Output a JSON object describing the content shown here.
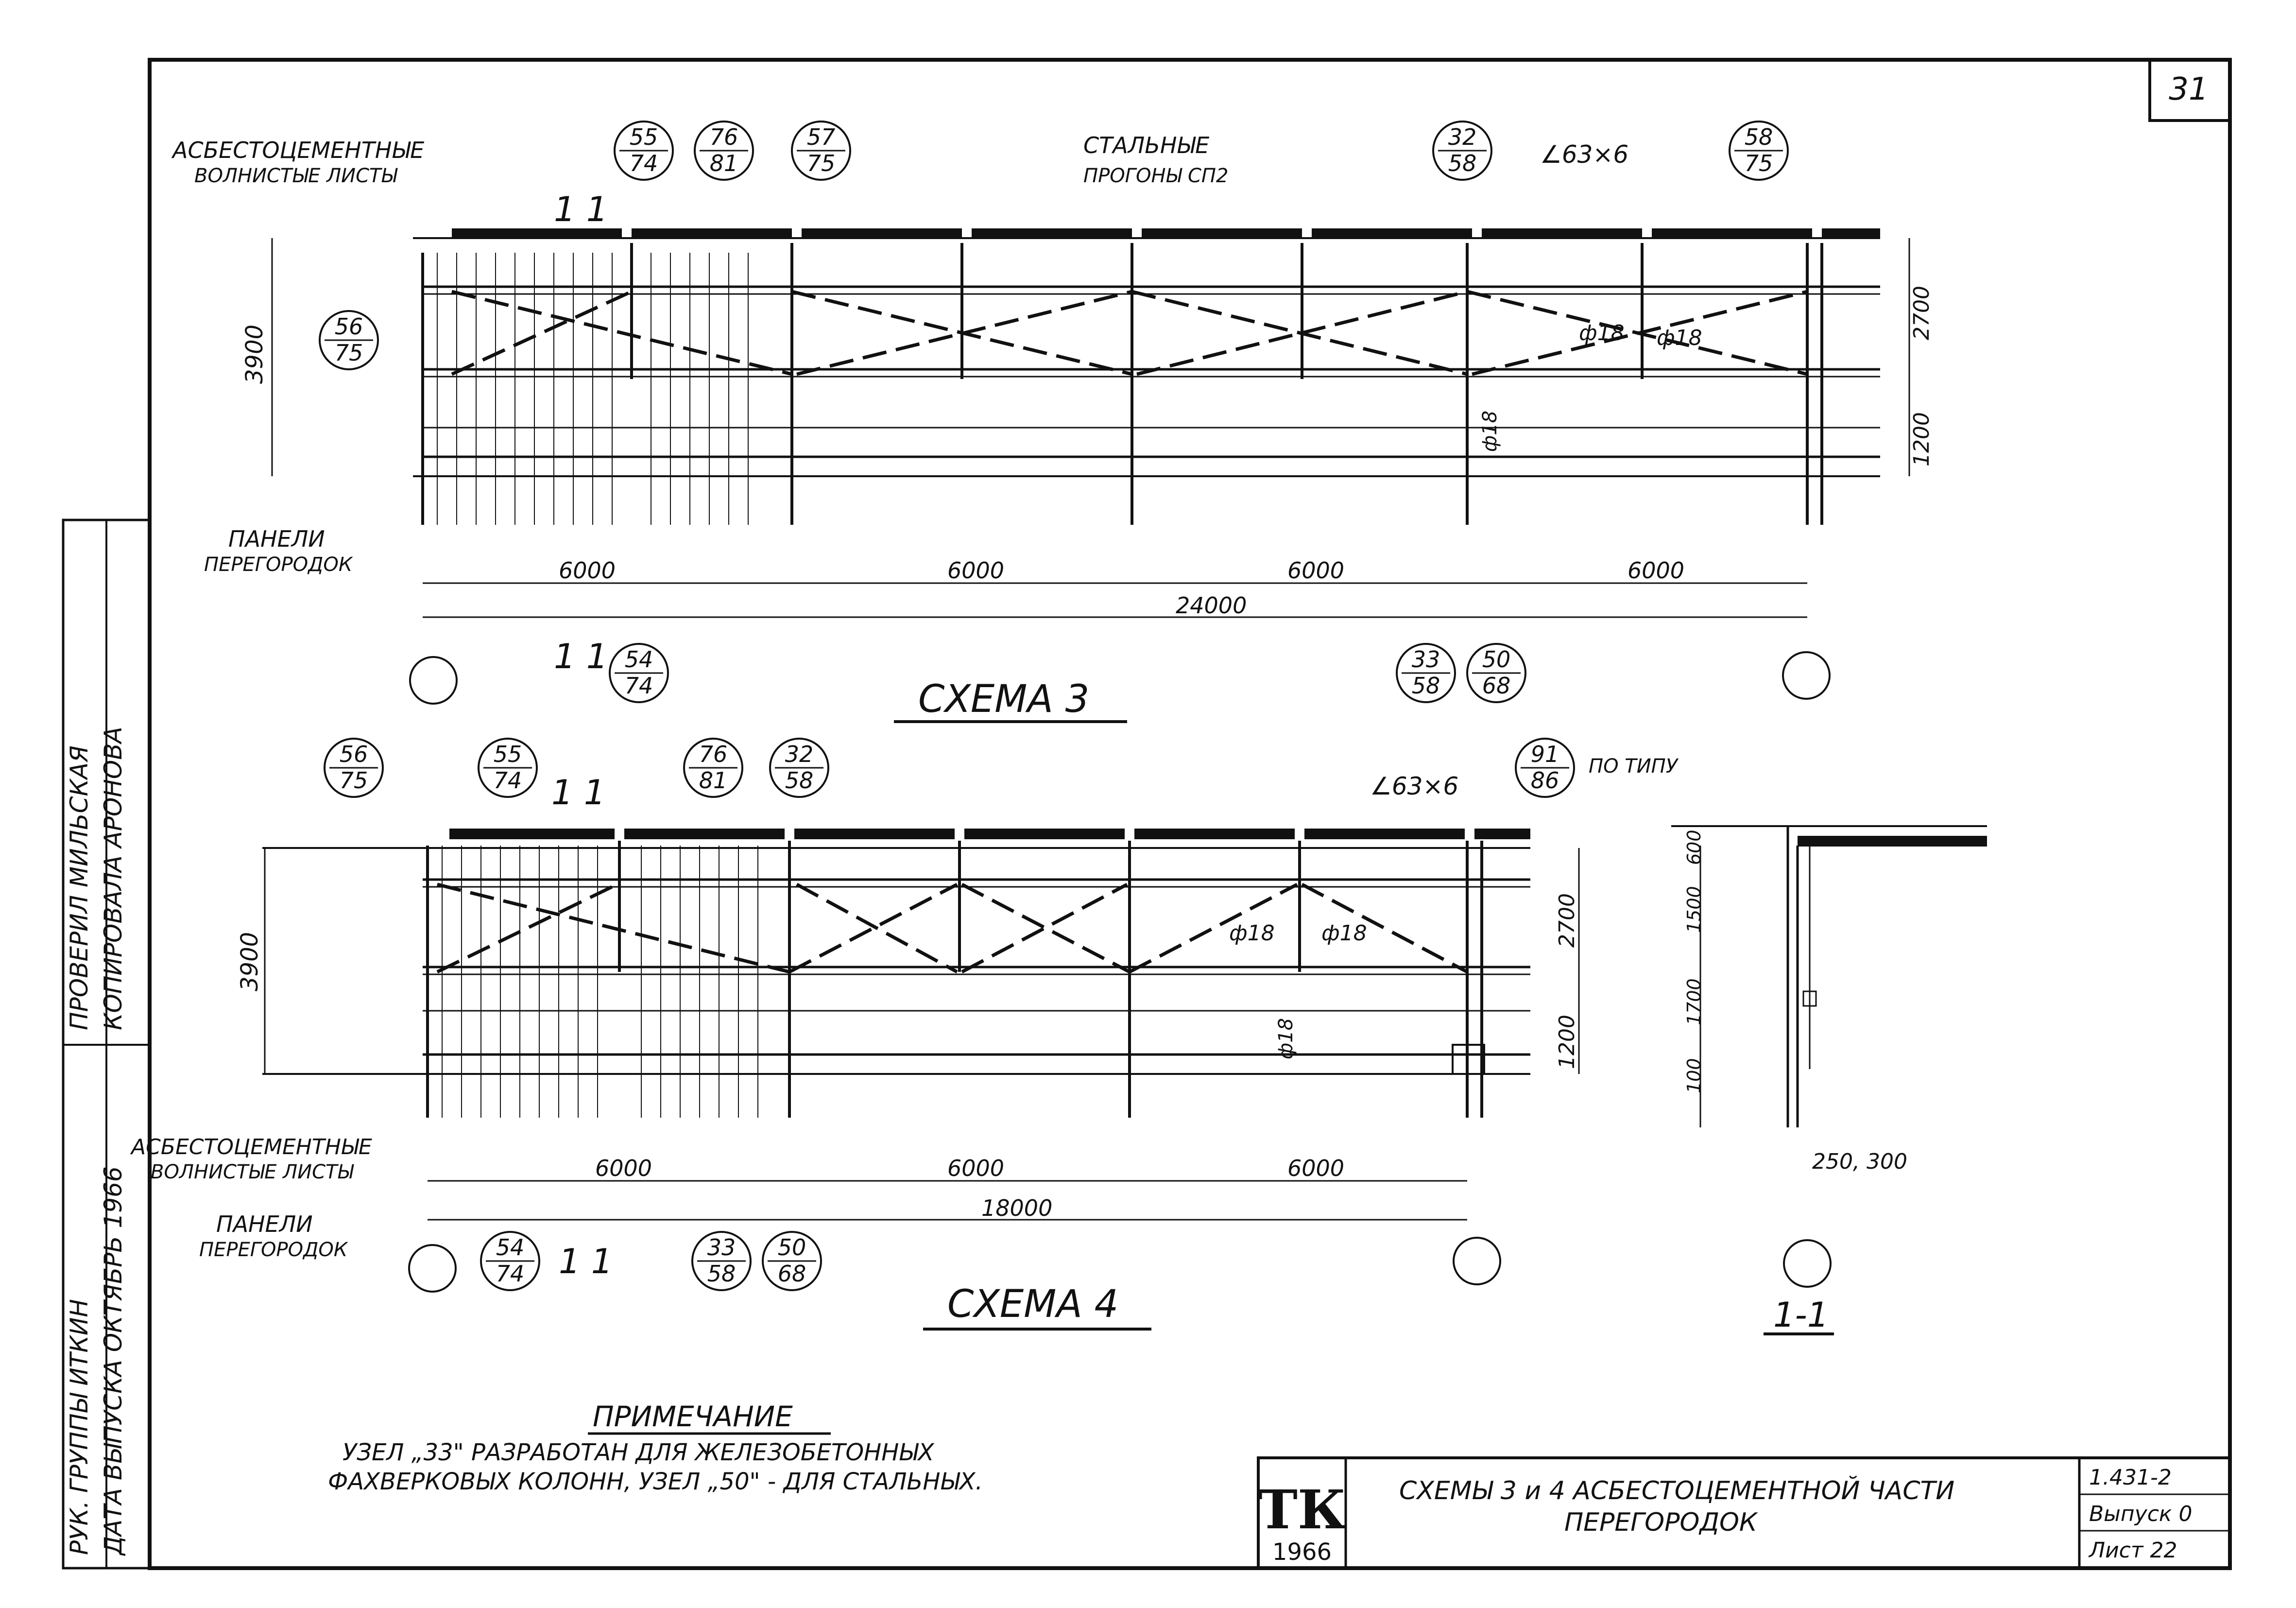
{
  "sheet": {
    "page_number": "31",
    "stamp": {
      "top": "ТК",
      "year": "1966"
    },
    "title_block": {
      "title_line1": "СХЕМЫ 3 и 4 АСБЕСТОЦЕМЕНТНОЙ ЧАСТИ",
      "title_line2": "ПЕРЕГОРОДОК",
      "series": "1.431-2",
      "issue": "Выпуск 0",
      "sheet": "Лист 22"
    },
    "side_stamp": {
      "col1": [
        "РУК. ГРУППЫ ИТКИН",
        "ДАТА ВЫПУСКА ОКТЯБРЬ 1966"
      ],
      "col2": [
        "ПРОВЕРИЛ МИЛЬСКАЯ",
        "КОПИРОВАЛА АРОНОВА"
      ]
    }
  },
  "scheme3": {
    "title": "СХЕМА 3",
    "labels": {
      "sheets_1": "АСБЕСТОЦЕМЕНТНЫЕ",
      "sheets_2": "ВОЛНИСТЫЕ ЛИСТЫ",
      "purlins_1": "СТАЛЬНЫЕ",
      "purlins_2": "ПРОГОНЫ СП2",
      "panels_1": "ПАНЕЛИ",
      "panels_2": "ПЕРЕГОРОДОК",
      "angle": "∠63×6",
      "rod_a": "ф18",
      "rod_b": "ф18",
      "rod_c": "ф18",
      "section_top": "1 1",
      "section_bottom": "1 1"
    },
    "dims": {
      "height_total": "3900",
      "upper": "2700",
      "lower": "1200",
      "spans": [
        "6000",
        "6000",
        "6000",
        "6000"
      ],
      "total": "24000"
    },
    "nodes": [
      {
        "top": "55",
        "bottom": "74"
      },
      {
        "top": "76",
        "bottom": "81"
      },
      {
        "top": "57",
        "bottom": "75"
      },
      {
        "top": "32",
        "bottom": "58"
      },
      {
        "top": "58",
        "bottom": "75"
      },
      {
        "top": "56",
        "bottom": "75"
      },
      {
        "top": "54",
        "bottom": "74"
      },
      {
        "top": "33",
        "bottom": "58"
      },
      {
        "top": "50",
        "bottom": "68"
      }
    ]
  },
  "scheme4": {
    "title": "СХЕМА 4",
    "labels": {
      "sheets_1": "АСБЕСТОЦЕМЕНТНЫЕ",
      "sheets_2": "ВОЛНИСТЫЕ ЛИСТЫ",
      "panels_1": "ПАНЕЛИ",
      "panels_2": "ПЕРЕГОРОДОК",
      "angle": "∠63×6",
      "rod_a": "ф18",
      "rod_b": "ф18",
      "rod_c": "ф18",
      "by_type": "ПО ТИПУ",
      "section_top": "1 1",
      "section_bottom": "1 1"
    },
    "dims": {
      "height_total": "3900",
      "upper": "2700",
      "lower": "1200",
      "spans": [
        "6000",
        "6000",
        "6000"
      ],
      "total": "18000"
    },
    "nodes": [
      {
        "top": "56",
        "bottom": "75"
      },
      {
        "top": "55",
        "bottom": "74"
      },
      {
        "top": "76",
        "bottom": "81"
      },
      {
        "top": "32",
        "bottom": "58"
      },
      {
        "top": "91",
        "bottom": "86"
      },
      {
        "top": "54",
        "bottom": "74"
      },
      {
        "top": "33",
        "bottom": "58"
      },
      {
        "top": "50",
        "bottom": "68"
      }
    ]
  },
  "section11": {
    "title": "1-1",
    "dims": [
      "600",
      "1500",
      "1700",
      "100"
    ],
    "offset": "250, 300"
  },
  "note": {
    "heading": "ПРИМЕЧАНИЕ",
    "line1": "УЗЕЛ „33\" РАЗРАБОТАН ДЛЯ ЖЕЛЕЗОБЕТОННЫХ",
    "line2": "ФАХВЕРКОВЫХ КОЛОНН, УЗЕЛ „50\" - ДЛЯ СТАЛЬНЫХ."
  }
}
